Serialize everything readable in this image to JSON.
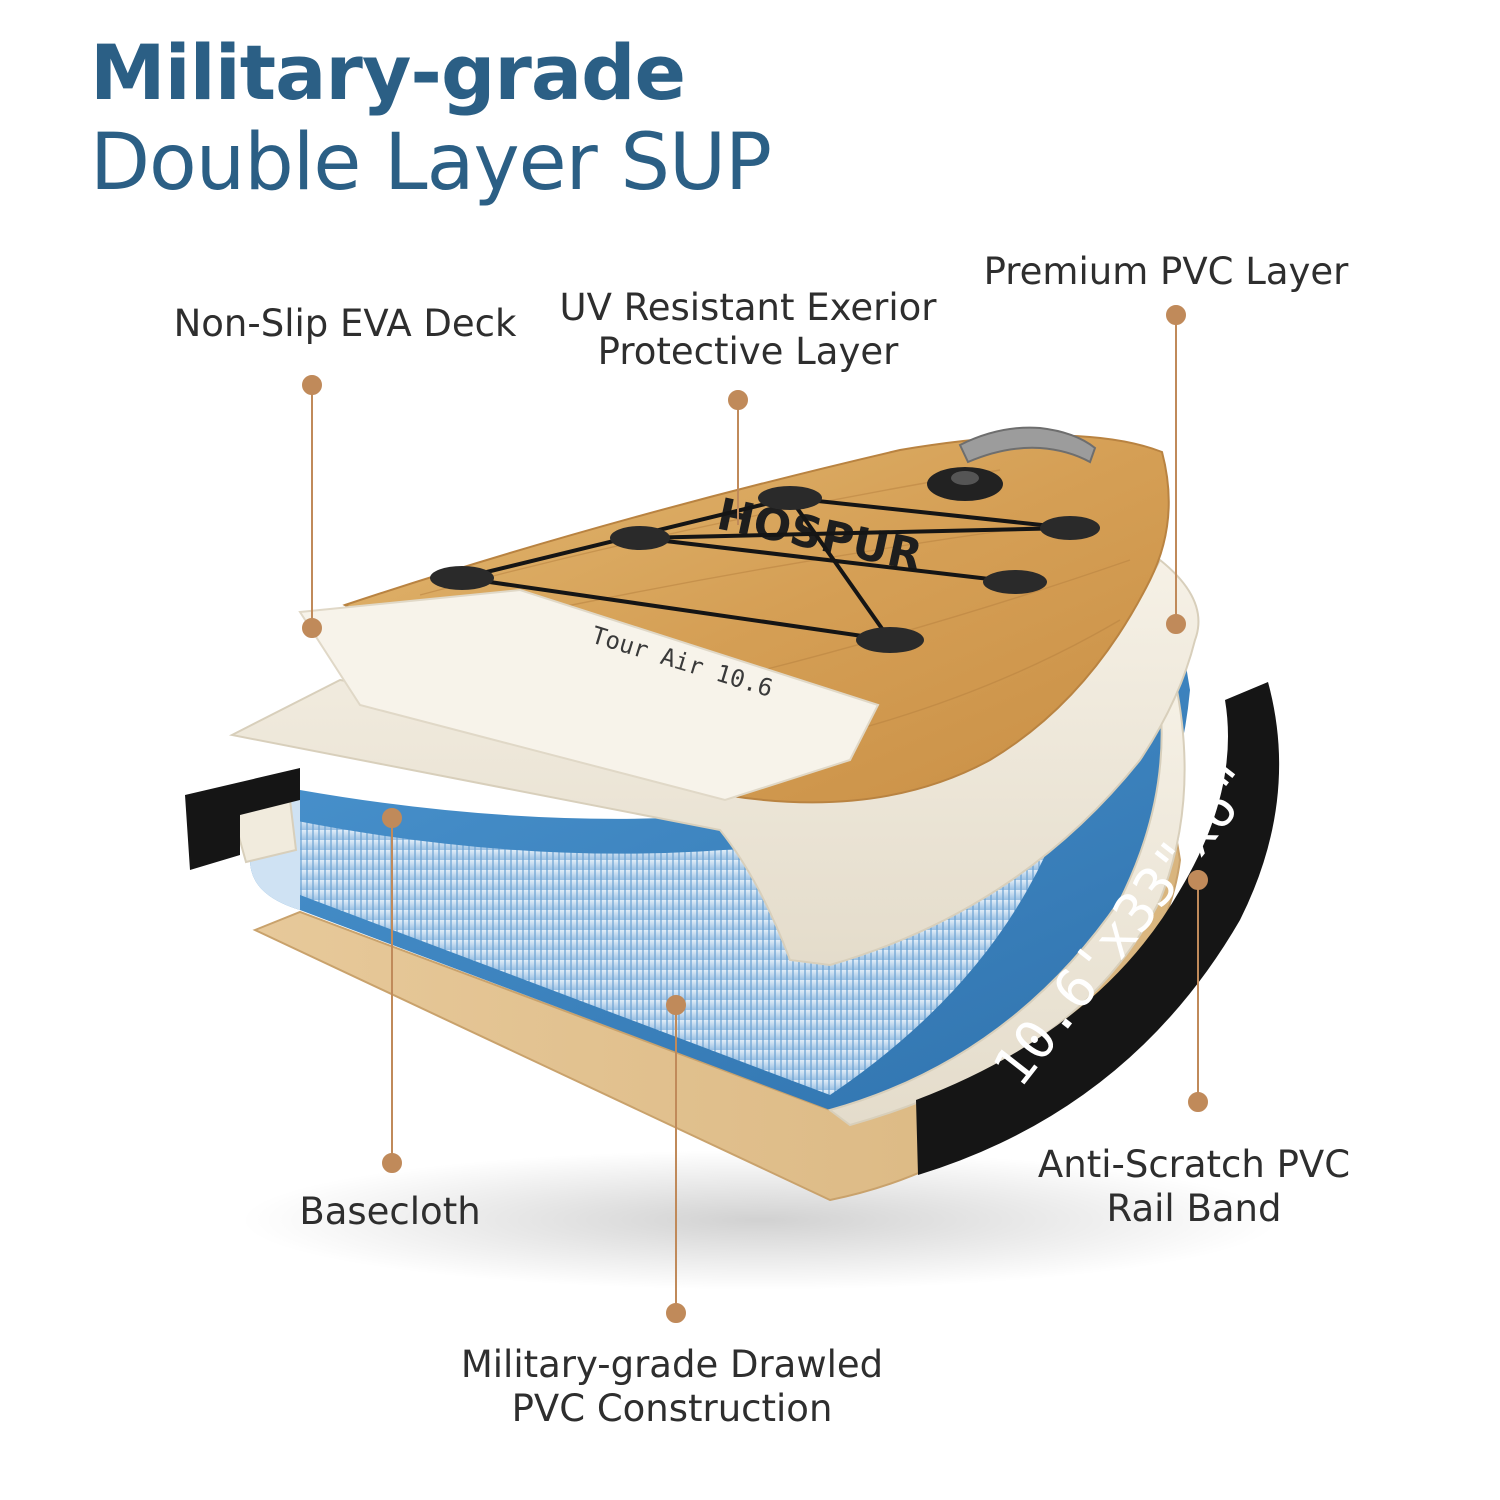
{
  "title": {
    "line1": "Military-grade",
    "line2": "Double Layer SUP"
  },
  "colors": {
    "title": "#2b5f85",
    "leader": "#c08a5a",
    "wood": "#d8a75e",
    "cream": "#f1ebdd",
    "blue_core": "#3d86c4",
    "rail_band": "#151515"
  },
  "labels": {
    "eva_deck": "Non-Slip EVA Deck",
    "uv_layer": [
      "UV Resistant Exerior",
      "Protective Layer"
    ],
    "pvc_layer": "Premium PVC Layer",
    "basecloth": "Basecloth",
    "drawled": [
      "Military-grade Drawled",
      "PVC Construction"
    ],
    "rail_band": [
      "Anti-Scratch PVC",
      "Rail Band"
    ]
  },
  "board": {
    "brand": "HOSPUR",
    "deck_pad_text": "Tour Air 10.6",
    "rail_text": "10.6'x33\"x6\""
  },
  "icons": [
    "handle-icon",
    "valve-icon",
    "bungee-cord-icon"
  ]
}
